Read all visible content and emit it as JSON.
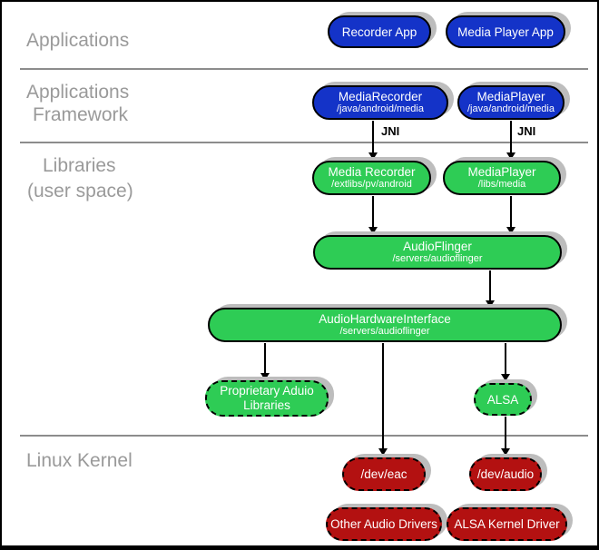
{
  "layers": {
    "applications": "Applications",
    "framework_line1": "Applications",
    "framework_line2": "Framework",
    "libraries_line1": "Libraries",
    "libraries_line2": "(user space)",
    "linux_kernel": "Linux Kernel"
  },
  "nodes": {
    "recorder_app": {
      "label": "Recorder App"
    },
    "media_player_app": {
      "label": "Media Player App"
    },
    "media_recorder_framework": {
      "label": "MediaRecorder",
      "path": "/java/android/media"
    },
    "media_player_framework": {
      "label": "MediaPlayer",
      "path": "/java/android/media"
    },
    "media_recorder_library": {
      "label": "Media Recorder",
      "path": "/extlibs/pv/android"
    },
    "media_player_library": {
      "label": "MediaPlayer",
      "path": "/libs/media"
    },
    "audio_flinger": {
      "label": "AudioFlinger",
      "path": "/servers/audioflinger"
    },
    "audio_hardware_interface": {
      "label": "AudioHardwareInterface",
      "path": "/servers/audioflinger"
    },
    "proprietary_audio_libraries": {
      "label": "Proprietary Aduio Libraries"
    },
    "alsa": {
      "label": "ALSA"
    },
    "dev_eac": {
      "label": "/dev/eac"
    },
    "dev_audio": {
      "label": "/dev/audio"
    },
    "other_audio_drivers": {
      "label": "Other Audio Drivers"
    },
    "alsa_kernel_driver": {
      "label": "ALSA Kernel Driver"
    }
  },
  "annotations": {
    "jni_left": "JNI",
    "jni_right": "JNI"
  },
  "colors": {
    "blue": "#1433C8",
    "green": "#2ECC55",
    "red": "#B31111",
    "shadow": "#BDBDBD",
    "label_gray": "#9A9A9A",
    "divider_gray": "#8C8C8C"
  }
}
